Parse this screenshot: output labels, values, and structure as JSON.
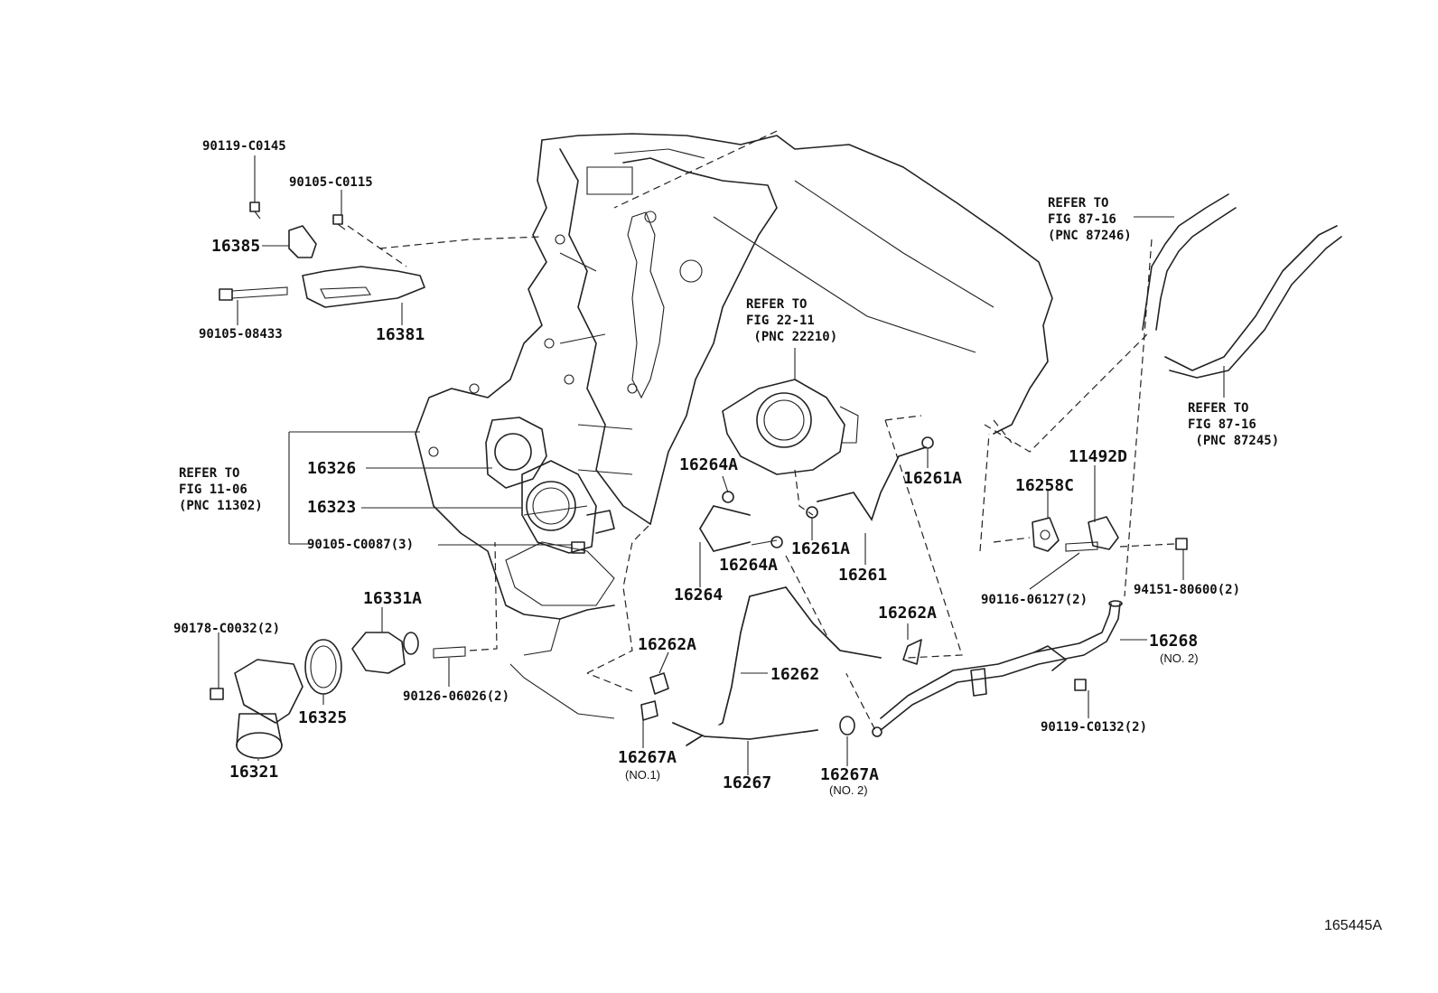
{
  "diagram": {
    "drawing_code": "165445A",
    "labels": {
      "p90119_C0145": "90119-C0145",
      "p90105_C0115": "90105-C0115",
      "p16385": "16385",
      "p90105_08433": "90105-08433",
      "p16381": "16381",
      "p16326": "16326",
      "p16323": "16323",
      "p90105_C0087": "90105-C0087(3)",
      "p90178_C0032": "90178-C0032(2)",
      "p16331A": "16331A",
      "p16325": "16325",
      "p16321": "16321",
      "p90126_06026": "90126-06026(2)",
      "p16264A_top": "16264A",
      "p16264A_bot": "16264A",
      "p16264": "16264",
      "p16261A_top": "16261A",
      "p16261A_bot": "16261A",
      "p16261": "16261",
      "p16262A_left": "16262A",
      "p16262A_right": "16262A",
      "p16262": "16262",
      "p16267A_no1": "16267A",
      "p16267A_no2": "16267A",
      "p16267": "16267",
      "p16258C": "16258C",
      "p11492D": "11492D",
      "p90116_06127": "90116-06127(2)",
      "p94151_80600": "94151-80600(2)",
      "p16268": "16268",
      "p90119_C0132": "90119-C0132(2)"
    },
    "sublabels": {
      "no1": "(NO.1)",
      "no2_clamp": "(NO. 2)",
      "no2_pipe": "(NO. 2)"
    },
    "refer_notes": {
      "fig_11_06": "REFER TO\nFIG 11-06\n(PNC 11302)",
      "fig_22_11": "REFER TO\nFIG 22-11\n (PNC 22210)",
      "fig_87_16_a": "REFER TO\nFIG 87-16\n(PNC 87246)",
      "fig_87_16_b": "REFER TO\nFIG 87-16\n (PNC 87245)"
    }
  }
}
